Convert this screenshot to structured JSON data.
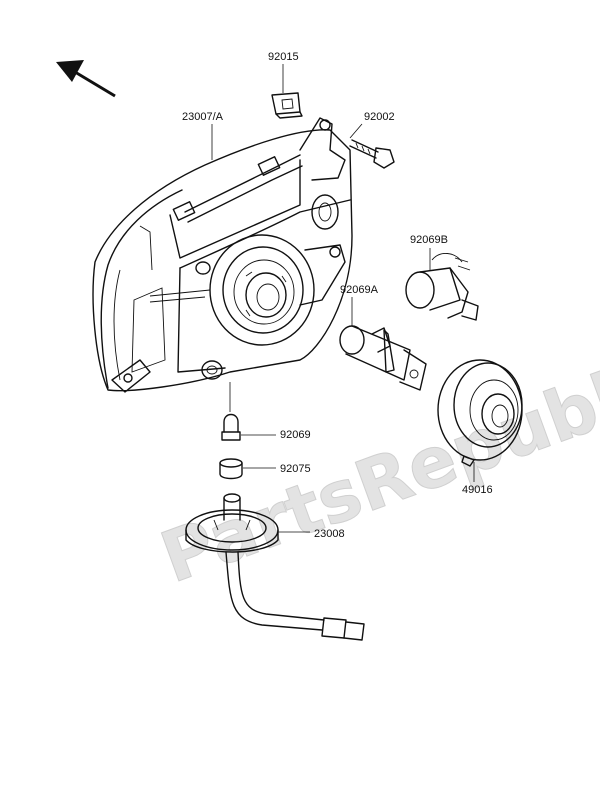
{
  "watermark": "PartsRepublik",
  "colors": {
    "line": "#111111",
    "watermark": "#e3e3e3",
    "background": "#ffffff"
  },
  "icons": {
    "direction_arrow": "arrow-up-left-icon"
  },
  "parts": {
    "p92015": "92015",
    "p23007a": "23007/A",
    "p92002": "92002",
    "p92069b": "92069B",
    "p92069a": "92069A",
    "p92069": "92069",
    "p92075": "92075",
    "p23008": "23008",
    "p49016": "49016"
  }
}
